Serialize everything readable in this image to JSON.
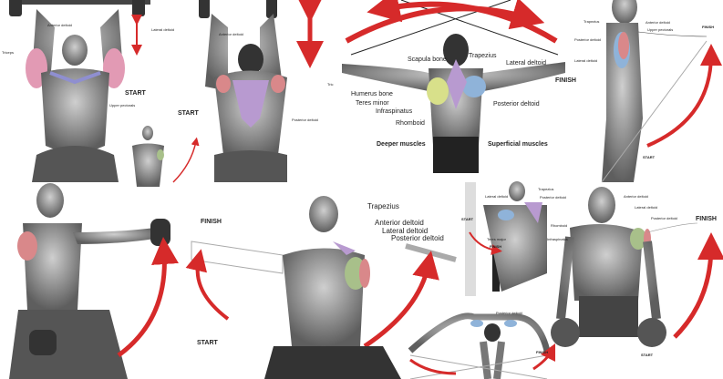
{
  "colors": {
    "arrow": "#d62a2a",
    "deltoid_green": "#a8c08a",
    "deltoid_red": "#d9888a",
    "trapezius_purple": "#b89ad0",
    "posterior_blue": "#8fb3d9",
    "triceps_pink": "#e29ab4",
    "skin_gray": "#8a8a8a"
  },
  "tiles": [
    {
      "labels": [
        "Anterior deltoid",
        "Triceps",
        "START",
        "Upper pectorals"
      ]
    },
    {
      "labels": [
        "Lateral deltoid",
        "Anterior deltoid",
        "Tric",
        "START",
        "Posterior deltoid"
      ]
    },
    {
      "labels": [
        "Scapula bone",
        "Trapezius",
        "Lateral deltoid",
        "FINISH",
        "Humerus bone",
        "Posterior deltoid",
        "Teres minor",
        "Infraspinatus",
        "Rhomboid",
        "Deeper muscles",
        "Superficial muscles"
      ]
    },
    {
      "labels": [
        "Trapezius",
        "Anterior deltoid",
        "Upper pectorals",
        "FINISH",
        "Posterior deltoid",
        "Lateral deltoid",
        "START"
      ]
    },
    {
      "labels": []
    },
    {
      "labels": [
        "FINISH",
        "Trapezius",
        "Anterior deltoid",
        "Lateral deltoid",
        "Posterior deltoid",
        "START"
      ]
    },
    {
      "labels": [
        "START",
        "Lateral deltoid",
        "Trapezius",
        "Posterior deltoid",
        "Rhomboid",
        "Teres major",
        "Infraspinatus",
        "FINISH"
      ]
    },
    {
      "labels": [
        "Posterior deltoid",
        "FINISH"
      ]
    },
    {
      "labels": [
        "Anterior deltoid",
        "Lateral deltoid",
        "Posterior deltoid",
        "FINISH",
        "START"
      ]
    }
  ]
}
